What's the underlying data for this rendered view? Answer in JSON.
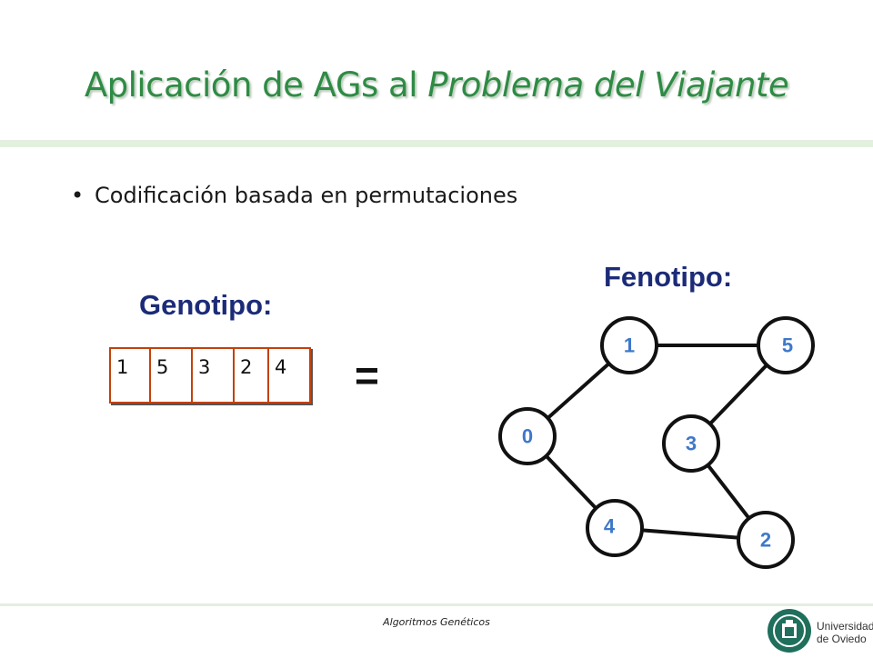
{
  "slide": {
    "title_plain": "Aplicación de AGs al ",
    "title_italic": "Problema del Viajante",
    "bullet": "Codificación basada en permutaciones",
    "genotype_label": "Genotipo:",
    "phenotype_label": "Fenotipo:",
    "equals": "=",
    "genes": [
      "1",
      "5",
      "3",
      "2",
      "4"
    ],
    "nodes": [
      "0",
      "1",
      "5",
      "3",
      "2",
      "4"
    ],
    "footer": "Algoritmos Genéticos",
    "logo_line1": "Universidad",
    "logo_line2": "de Oviedo"
  },
  "colors": {
    "title": "#2e8b44",
    "labels": "#1c2b78",
    "node_text": "#3f78c9",
    "gene_border": "#c2410c"
  }
}
